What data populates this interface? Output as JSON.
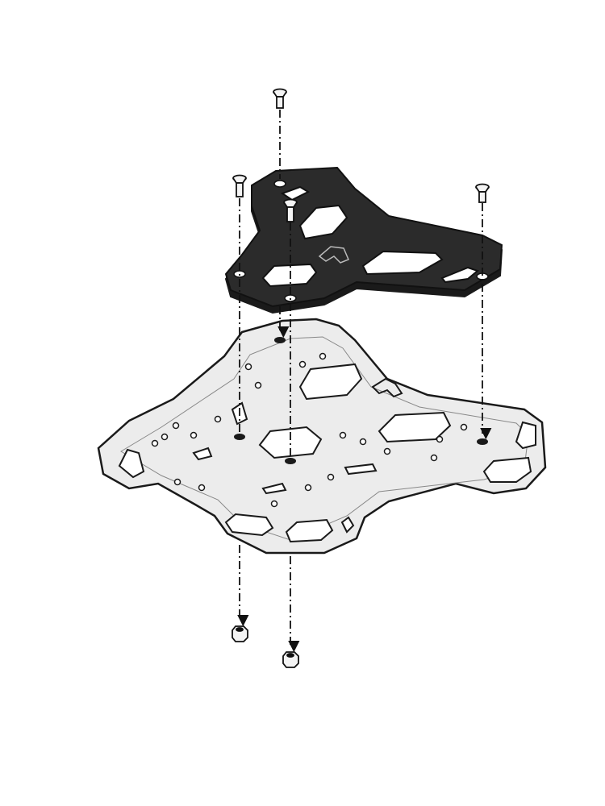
{
  "diagram": {
    "type": "exploded-assembly-view",
    "parts": [
      "adapter-plate",
      "rack-plate",
      "screw",
      "screw",
      "screw",
      "screw",
      "nut",
      "nut"
    ],
    "colors": {
      "background": "#ffffff",
      "adapter_plate": "#2b2b2b",
      "rack_plate": "#ececec",
      "outline": "#1a1a1a"
    }
  }
}
